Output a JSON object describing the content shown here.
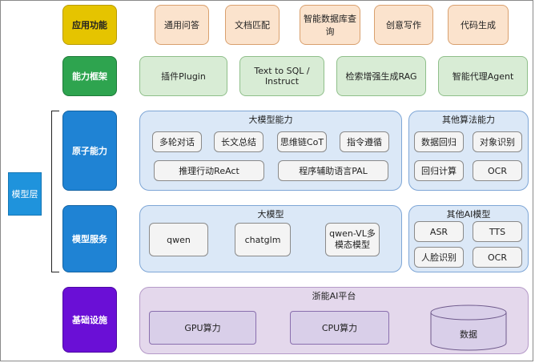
{
  "layers": {
    "application": "应用功能",
    "capability": "能力框架",
    "atomic": "原子能力",
    "model_service": "模型服务",
    "infrastructure": "基础设施",
    "model_layer": "模型层"
  },
  "application_items": [
    "通用问答",
    "文档匹配",
    "智能数据库查询",
    "创意写作",
    "代码生成"
  ],
  "capability_items": [
    "插件Plugin",
    "Text to SQL / Instruct",
    "检索增强生成RAG",
    "智能代理Agent"
  ],
  "llm_capability": {
    "title": "大模型能力",
    "items": [
      "多轮对话",
      "长文总结",
      "思维链CoT",
      "指令遵循",
      "推理行动ReAct",
      "程序辅助语言PAL"
    ]
  },
  "other_algorithms": {
    "title": "其他算法能力",
    "items": [
      "数据回归",
      "对象识别",
      "回归计算",
      "OCR"
    ]
  },
  "llm": {
    "title": "大模型",
    "items": [
      "qwen",
      "chatglm",
      "qwen-VL多模态模型"
    ]
  },
  "other_ai_models": {
    "title": "其他AI模型",
    "items": [
      "ASR",
      "TTS",
      "人脸识别",
      "OCR"
    ]
  },
  "platform": {
    "title": "浙能AI平台",
    "items": [
      "GPU算力",
      "CPU算力",
      "数据"
    ]
  }
}
